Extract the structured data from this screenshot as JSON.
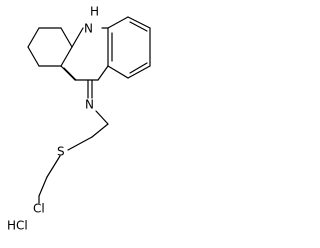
{
  "structure": {
    "atom_labels": {
      "nh": "H",
      "n_ring": "N",
      "n_imine": "N",
      "sulfur": "S",
      "chlorine": "Cl",
      "salt": "HCl"
    }
  }
}
